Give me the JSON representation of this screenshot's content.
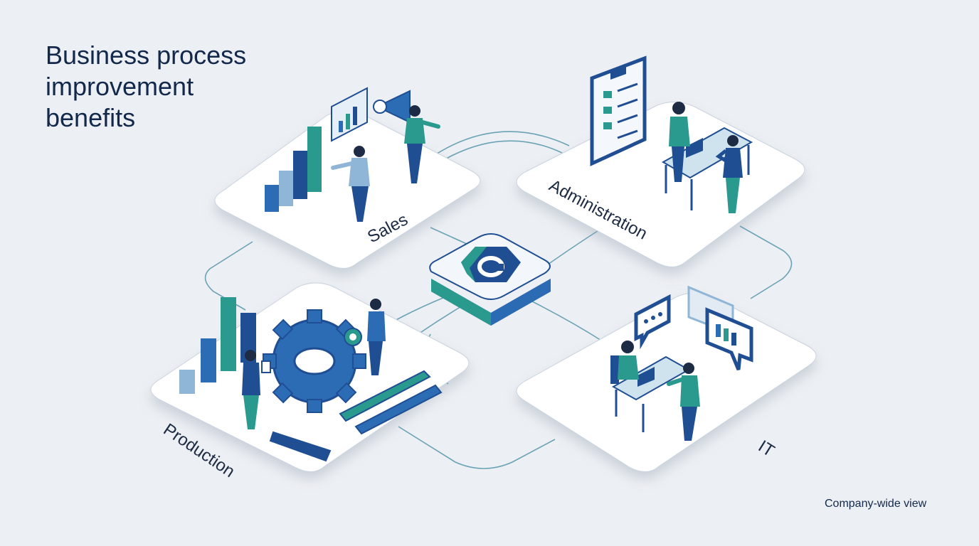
{
  "title": "Business process\nimprovement\nbenefits",
  "caption": "Company-wide view",
  "departments": {
    "sales": "Sales",
    "administration": "Administration",
    "production": "Production",
    "it": "IT"
  },
  "hub": {
    "icon": "process-cycle-icon"
  },
  "colors": {
    "background": "#eceff3",
    "navy": "#1f4e93",
    "blue": "#2c6cb5",
    "teal": "#2b9a8e",
    "light_blue": "#8fb6d6",
    "connector": "#5b9bb1"
  }
}
